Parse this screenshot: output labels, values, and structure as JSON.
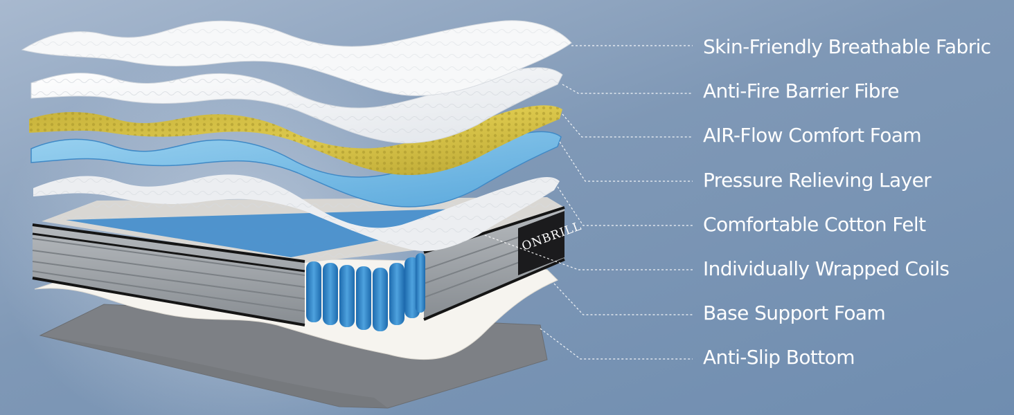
{
  "layers": [
    {
      "label": "Skin-Friendly Breathable Fabric"
    },
    {
      "label": "Anti-Fire Barrier Fibre"
    },
    {
      "label": "AIR-Flow Comfort Foam"
    },
    {
      "label": "Pressure Relieving Layer"
    },
    {
      "label": "Comfortable Cotton Felt"
    },
    {
      "label": "Individually Wrapped Coils"
    },
    {
      "label": "Base Support Foam"
    },
    {
      "label": "Anti-Slip Bottom"
    }
  ],
  "brand": "ONBRILL",
  "colors": {
    "fabric": "#f4f5f6",
    "fibre": "#eceff2",
    "comfort_foam": "#d4bf3c",
    "pressure_layer": "#7cc0e6",
    "cotton_felt": "#e8eaed",
    "coils": "#2f7fc2",
    "mattress_side": "#9ea3a8",
    "base_foam": "#f6f4ef",
    "anti_slip": "#7c7f83"
  }
}
